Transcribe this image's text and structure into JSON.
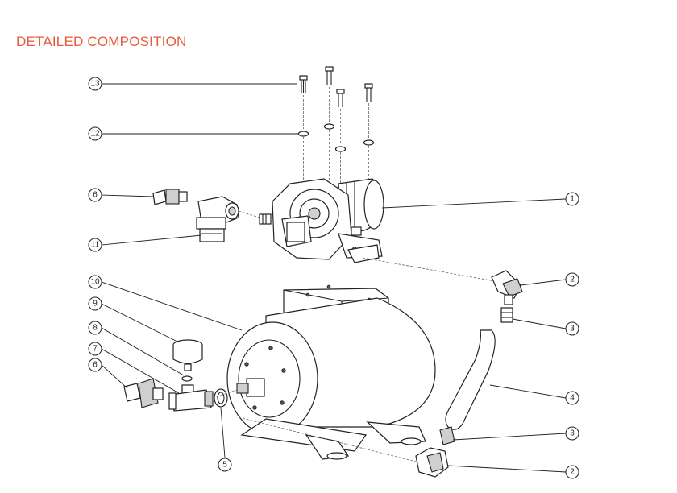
{
  "header": {
    "title": "DETAILED COMPOSITION"
  },
  "callouts": [
    {
      "id": "c13",
      "label": "13"
    },
    {
      "id": "c12",
      "label": "12"
    },
    {
      "id": "c6a",
      "label": "6"
    },
    {
      "id": "c11",
      "label": "11"
    },
    {
      "id": "c10",
      "label": "10"
    },
    {
      "id": "c9",
      "label": "9"
    },
    {
      "id": "c8",
      "label": "8"
    },
    {
      "id": "c7",
      "label": "7"
    },
    {
      "id": "c6b",
      "label": "6"
    },
    {
      "id": "c5",
      "label": "5"
    },
    {
      "id": "c1",
      "label": "1"
    },
    {
      "id": "c2a",
      "label": "2"
    },
    {
      "id": "c3a",
      "label": "3"
    },
    {
      "id": "c4",
      "label": "4"
    },
    {
      "id": "c3b",
      "label": "3"
    },
    {
      "id": "c2b",
      "label": "2"
    }
  ],
  "colors": {
    "title": "#e8593c",
    "line": "#222222"
  }
}
